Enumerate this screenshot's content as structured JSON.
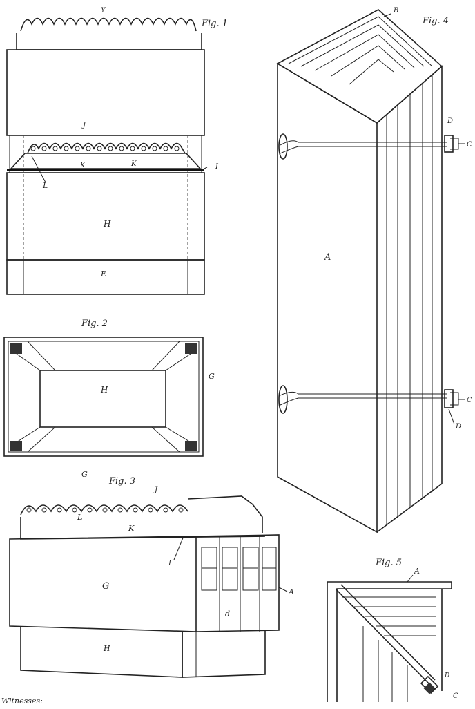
{
  "figures": {
    "fig1": {
      "title": "Fig. 1",
      "labels": {
        "Y_top": "Y",
        "J": "J",
        "K": "K",
        "K2": "K",
        "L": "L",
        "I": "I",
        "H": "H",
        "E": "E"
      }
    },
    "fig2": {
      "title": "Fig. 2",
      "labels": {
        "H": "H",
        "G_right": "G",
        "G_bottom": "G"
      }
    },
    "fig3": {
      "title": "Fig. 3",
      "labels": {
        "J": "J",
        "L": "L",
        "K": "K",
        "I": "I",
        "G": "G",
        "d": "d",
        "A": "A",
        "H": "H"
      }
    },
    "fig4": {
      "title": "Fig. 4",
      "labels": {
        "B": "B",
        "D_top": "D",
        "C_top": "C",
        "A": "A",
        "C_bottom": "C",
        "D_bottom": "D"
      }
    },
    "fig5": {
      "title": "Fig. 5",
      "labels": {
        "A": "A",
        "D": "D",
        "C": "C"
      }
    }
  },
  "footer": {
    "witnesses_label": "Witnesses:"
  }
}
